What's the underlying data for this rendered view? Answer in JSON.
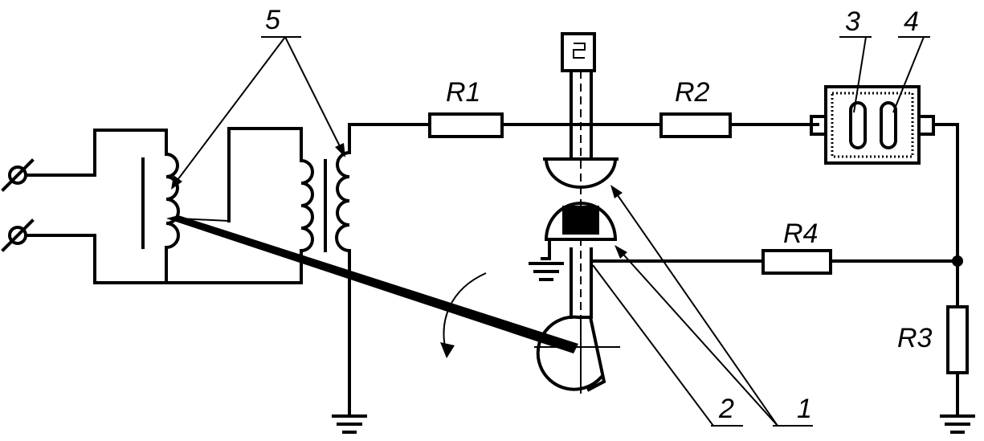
{
  "diagram": {
    "resistors": [
      "R1",
      "R2",
      "R3",
      "R4"
    ],
    "callouts": [
      "1",
      "2",
      "3",
      "4",
      "5"
    ]
  }
}
